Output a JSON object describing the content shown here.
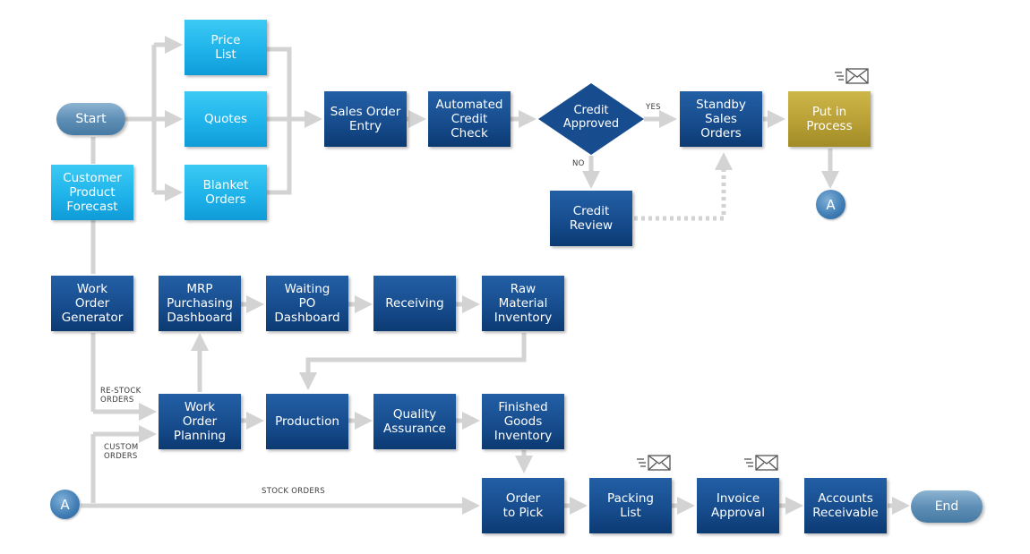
{
  "nodes": {
    "start": "Start",
    "end": "End",
    "price_list": "Price\nList",
    "quotes": "Quotes",
    "blanket_orders": "Blanket\nOrders",
    "customer_forecast": "Customer\nProduct\nForecast",
    "sales_order_entry": "Sales Order\nEntry",
    "automated_credit_check": "Automated\nCredit\nCheck",
    "credit_approved": "Credit\nApproved",
    "credit_review": "Credit\nReview",
    "standby_sales_orders": "Standby\nSales\nOrders",
    "put_in_process": "Put in\nProcess",
    "work_order_generator": "Work\nOrder\nGenerator",
    "mrp_purchasing_dashboard": "MRP\nPurchasing\nDashboard",
    "waiting_po_dashboard": "Waiting\nPO\nDashboard",
    "receiving": "Receiving",
    "raw_material_inventory": "Raw\nMaterial\nInventory",
    "work_order_planning": "Work\nOrder\nPlanning",
    "production": "Production",
    "quality_assurance": "Quality\nAssurance",
    "finished_goods_inventory": "Finished\nGoods\nInventory",
    "order_to_pick": "Order\nto Pick",
    "packing_list": "Packing\nList",
    "invoice_approval": "Invoice\nApproval",
    "accounts_receivable": "Accounts\nReceivable",
    "connector_a_top": "A",
    "connector_a_bottom": "A"
  },
  "labels": {
    "yes": "YES",
    "no": "NO",
    "restock_orders": "RE-STOCK\nORDERS",
    "custom_orders": "CUSTOM\nORDERS",
    "stock_orders": "STOCK ORDERS"
  },
  "colors": {
    "process_blue": "#174d8e",
    "input_cyan": "#1fb3ea",
    "highlight_gold": "#b9a036",
    "terminal_steel": "#5f8fb6",
    "connector_gray": "#d3d3d3"
  },
  "icons": {
    "email_notification": "email-icon"
  }
}
